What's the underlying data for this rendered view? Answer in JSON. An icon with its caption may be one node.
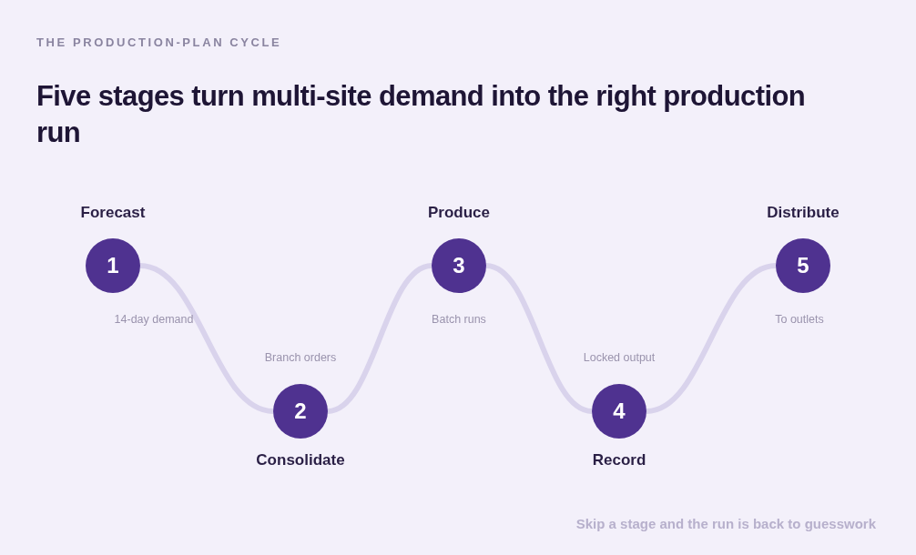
{
  "diagram": {
    "title": "Five stages turn multi-site demand into the right production run",
    "caption": "Skip a stage and the run is back to guesswork",
    "nodes": [
      {
        "text": [
          "Forecast",
          "1"
        ],
        "beside": [
          "14-day demand"
        ]
      },
      {
        "text": [
          "2",
          "Consolidate"
        ],
        "beside": [
          "Branch orders"
        ]
      },
      {
        "text": [
          "Produce",
          "3"
        ],
        "beside": [
          "Batch runs"
        ]
      },
      {
        "text": [
          "4",
          "Record"
        ],
        "beside": [
          "Locked output"
        ]
      },
      {
        "text": [
          "Distribute",
          "5"
        ],
        "beside": [
          "To outlets"
        ]
      }
    ],
    "edges": [
      {
        "from": 0,
        "to": 1,
        "arrow": "none"
      },
      {
        "from": 1,
        "to": 2,
        "arrow": "none"
      },
      {
        "from": 2,
        "to": 3,
        "arrow": "none"
      },
      {
        "from": 3,
        "to": 4,
        "arrow": "none"
      }
    ],
    "labels": [
      "THE PRODUCTION-PLAN CYCLE"
    ]
  }
}
